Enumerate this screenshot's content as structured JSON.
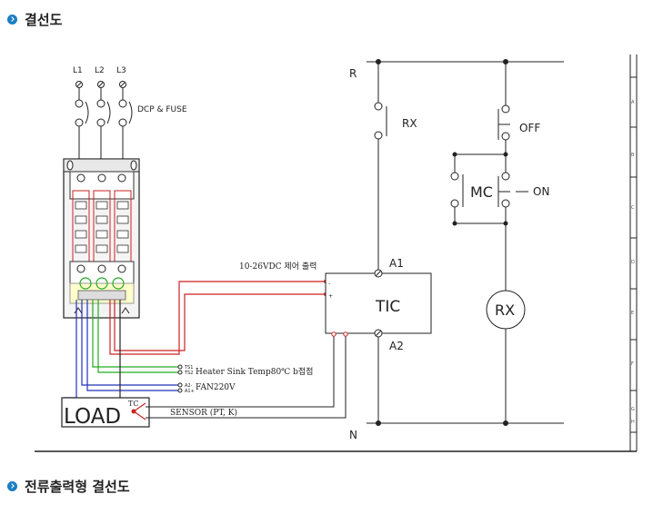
{
  "section1": {
    "title": "결선도"
  },
  "section2": {
    "title": "전류출력형 결선도"
  },
  "diagram": {
    "lines": [
      "L1",
      "L2",
      "L3"
    ],
    "dcp_fuse": "DCP & FUSE",
    "rail_top": "R",
    "rail_bottom": "N",
    "rx_contact": "RX",
    "off_label": "OFF",
    "mc_label": "MC",
    "on_label": "ON",
    "a1": "A1",
    "a2": "A2",
    "tic": "TIC",
    "rx_coil": "RX",
    "control_signal": "10-26VDC 제어 출력",
    "heater_sink": "Heater Sink Temp80℃ b접점",
    "fan": "FAN220V",
    "load": "LOAD",
    "tc": "TC",
    "sensor": "SENSOR (PT, K)",
    "terminal_ts1": "TS1",
    "terminal_ts2": "TS2",
    "terminal_a2": "A2-",
    "terminal_a1": "A1+",
    "tic_minus": "-",
    "tic_plus": "+",
    "frame_marks": [
      "A",
      "B",
      "C",
      "D",
      "E",
      "F",
      "G",
      "H"
    ]
  },
  "colors": {
    "bullet": "#1a7fc4",
    "wire_red": "#cc2222",
    "wire_blue": "#2233bb",
    "wire_green": "#22aa22",
    "line": "#222222"
  }
}
